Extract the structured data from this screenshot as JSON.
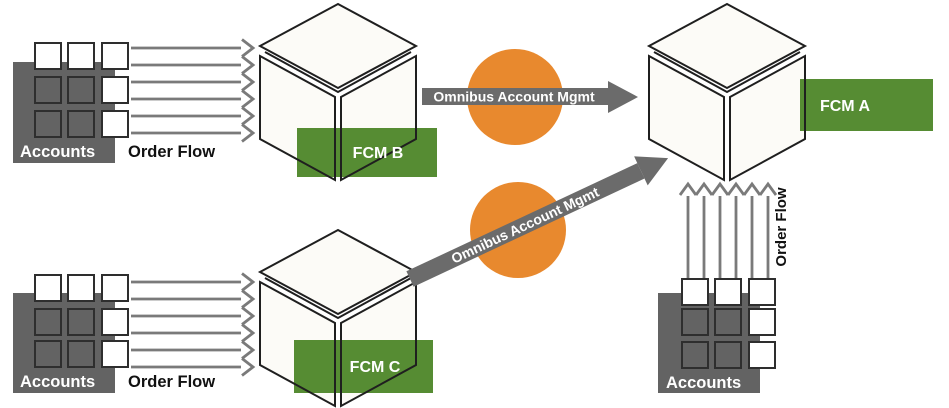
{
  "diagram": {
    "accounts_top_left": {
      "label": "Accounts",
      "order_flow_label": "Order Flow"
    },
    "accounts_bottom_left": {
      "label": "Accounts",
      "order_flow_label": "Order Flow"
    },
    "accounts_right": {
      "label": "Accounts",
      "order_flow_label": "Order Flow"
    },
    "fcm_a": {
      "label": "FCM A"
    },
    "fcm_b": {
      "label": "FCM B"
    },
    "fcm_c": {
      "label": "FCM C"
    },
    "flow_b_to_a": {
      "label": "Omnibus Account Mgmt"
    },
    "flow_c_to_a": {
      "label": "Omnibus Account Mgmt"
    },
    "colors": {
      "fcm_green": "#568c33",
      "omnibus_orange": "#e8892e",
      "account_gray": "#636363",
      "arrow_gray": "#7a7a7a",
      "band_gray": "#6b6b6b"
    }
  }
}
